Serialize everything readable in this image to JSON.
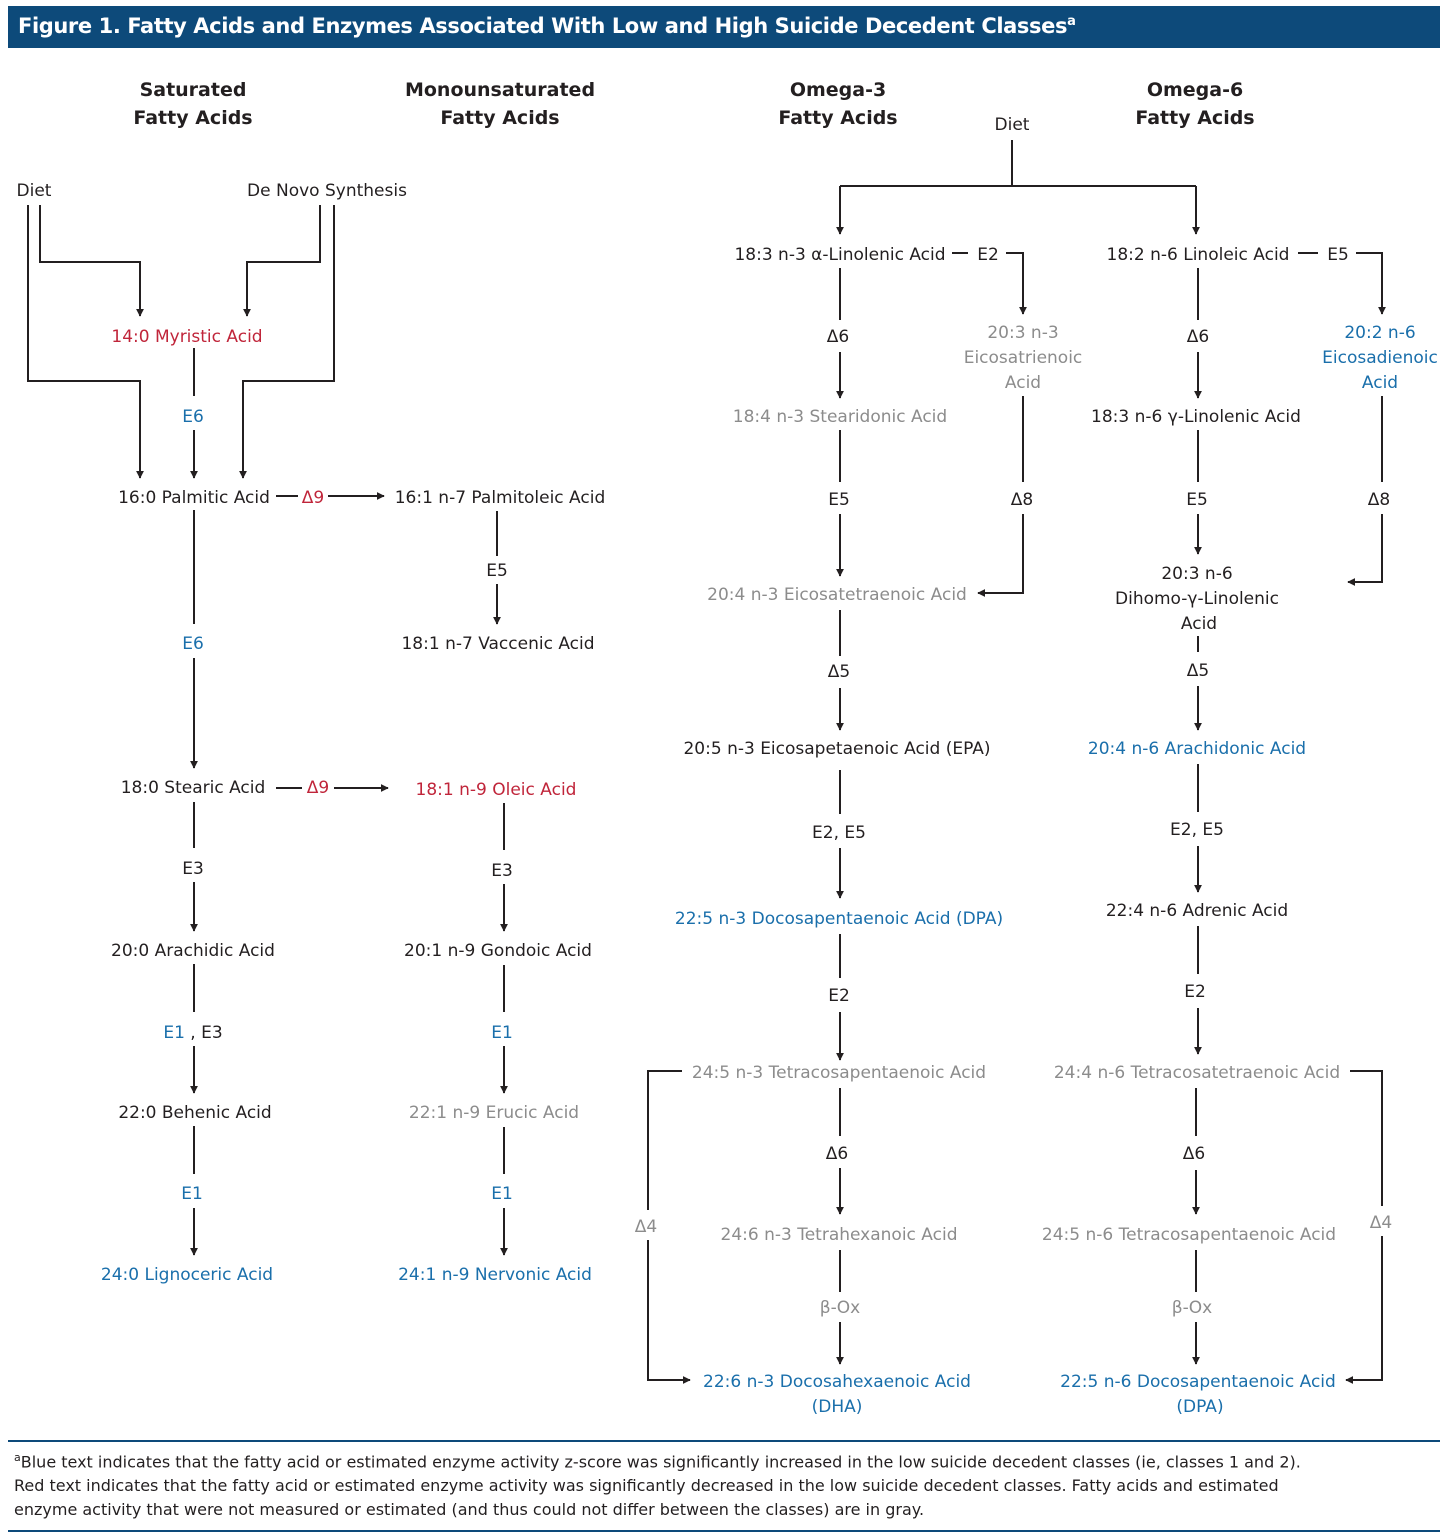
{
  "figure": {
    "title": "Figure 1. Fatty Acids and Enzymes Associated With Low and High Suicide Decedent Classes",
    "title_marker": "a"
  },
  "colors": {
    "header_bar": "#0d4a7a",
    "increased_low_suicide": "#1a6fab",
    "decreased_low_suicide": "#c0253a",
    "not_measured": "#8c8c8c",
    "default_text": "#231f20"
  },
  "columns": {
    "saturated": [
      "Saturated",
      "Fatty Acids"
    ],
    "monounsaturated": [
      "Monounsaturated",
      "Fatty Acids"
    ],
    "omega3": [
      "Omega-3",
      "Fatty Acids"
    ],
    "omega6": [
      "Omega-6",
      "Fatty Acids"
    ]
  },
  "sources": {
    "diet_left": "Diet",
    "de_novo": "De Novo Synthesis",
    "diet_right": "Diet"
  },
  "saturated": {
    "myristic": "14:0 Myristic Acid",
    "palmitic": "16:0 Palmitic Acid",
    "stearic": "18:0 Stearic Acid",
    "arachidic": "20:0 Arachidic Acid",
    "behenic": "22:0 Behenic Acid",
    "lignoceric": "24:0 Lignoceric Acid"
  },
  "monounsaturated": {
    "palmitoleic": "16:1 n-7 Palmitoleic Acid",
    "vaccenic": "18:1 n-7 Vaccenic Acid",
    "oleic": "18:1 n-9 Oleic Acid",
    "gondoic": "20:1 n-9 Gondoic Acid",
    "erucic": "22:1 n-9 Erucic Acid",
    "nervonic": "24:1 n-9 Nervonic Acid"
  },
  "omega3": {
    "alpha_linolenic": "18:3 n-3 α-Linolenic Acid",
    "eicosatrienoic": [
      "20:3 n-3",
      "Eicosatrienoic",
      "Acid"
    ],
    "stearidonic": "18:4 n-3 Stearidonic Acid",
    "eicosatetraenoic": "20:4 n-3 Eicosatetraenoic Acid",
    "epa": "20:5 n-3 Eicosapetaenoic Acid (EPA)",
    "dpa": "22:5 n-3 Docosapentaenoic Acid (DPA)",
    "tetracosapentaenoic": "24:5 n-3 Tetracosapentaenoic Acid",
    "tetrahexanoic": "24:6 n-3 Tetrahexanoic Acid",
    "dha": [
      "22:6 n-3 Docosahexaenoic Acid",
      "(DHA)"
    ]
  },
  "omega6": {
    "linoleic": "18:2 n-6 Linoleic Acid",
    "eicosadienoic": [
      "20:2 n-6",
      "Eicosadienoic",
      "Acid"
    ],
    "gamma_linolenic": "18:3 n-6 γ-Linolenic Acid",
    "dgla": [
      "20:3 n-6",
      "Dihomo-γ-Linolenic",
      "Acid"
    ],
    "arachidonic": "20:4 n-6 Arachidonic Acid",
    "adrenic": "22:4 n-6 Adrenic Acid",
    "tetracosatetraenoic": "24:4 n-6 Tetracosatetraenoic Acid",
    "tetracosapentaenoic": "24:5 n-6 Tetracosapentaenoic Acid",
    "dpa": [
      "22:5 n-6 Docosapentaenoic Acid",
      "(DPA)"
    ]
  },
  "enzymes": {
    "sat_myr_palm": "E6",
    "sat_palm_stear": "E6",
    "sat_palm_d9": "Δ9",
    "sat_stear_d9": "Δ9",
    "sat_stear_arach": "E3",
    "sat_arach_behen_e1": "E1",
    "sat_arach_behen_sep": " , ",
    "sat_arach_behen_e3": "E3",
    "sat_behen_lign": "E1",
    "mono_palmitoleic_vaccenic": "E5",
    "mono_oleic_gondoic": "E3",
    "mono_gondoic_erucic": "E1",
    "mono_erucic_nervonic": "E1",
    "o3_ala_e2": "E2",
    "o3_ala_sda": "Δ6",
    "o3_ete_d8": "Δ8",
    "o3_sda_eta": "E5",
    "o3_eta_epa": "Δ5",
    "o3_epa_dpa": "E2, E5",
    "o3_dpa_tpa": "E2",
    "o3_tpa_tha": "Δ6",
    "o3_tha_dha": "β-Ox",
    "o3_d4": "Δ4",
    "o6_la_e5": "E5",
    "o6_la_gla": "Δ6",
    "o6_eda_d8": "Δ8",
    "o6_gla_dgla": "E5",
    "o6_dgla_aa": "Δ5",
    "o6_aa_adrenic": "E2, E5",
    "o6_adrenic_tta": "E2",
    "o6_tta_tpa": "Δ6",
    "o6_tpa_dpa": "β-Ox",
    "o6_d4": "Δ4"
  },
  "footnote": {
    "marker": "a",
    "lines": [
      "Blue text indicates that the fatty acid or estimated enzyme activity z-score was significantly increased in the low suicide decedent classes (ie, classes 1 and 2).",
      "Red text indicates that the fatty acid or estimated enzyme activity was significantly decreased in the low suicide decedent classes. Fatty acids and estimated",
      "enzyme activity that were not measured or estimated (and thus could not differ between the classes) are in gray."
    ]
  }
}
